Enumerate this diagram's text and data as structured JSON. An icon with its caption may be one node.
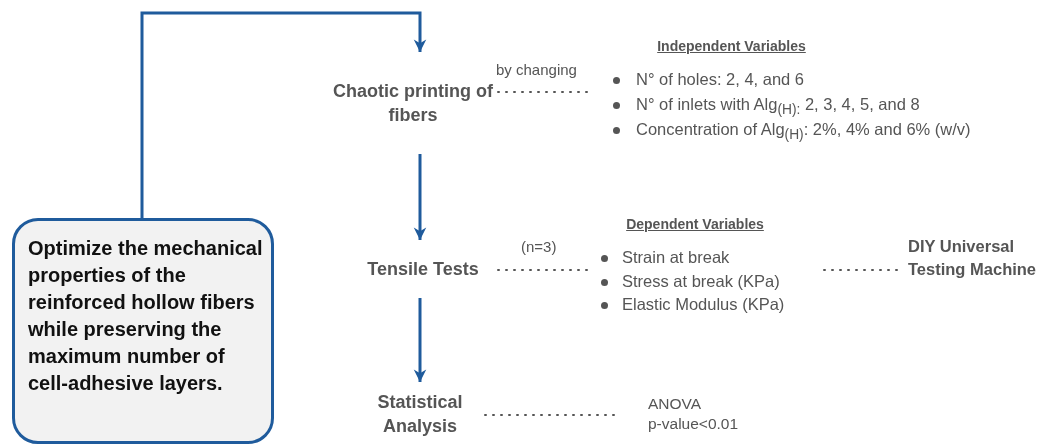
{
  "diagram": {
    "nodes": [
      {
        "text": [
          "Optimize the mechanical properties of the reinforced hollow fibers while preserving the maximum number of cell-adhesive layers."
        ]
      },
      {
        "text": [
          "Chaotic printing of fibers"
        ]
      },
      {
        "text": [
          "Independent Variables",
          "N° of holes: 2, 4, and 6",
          "N° of inlets with Alg$_{(H):}$ 2, 3, 4, 5, and 8",
          "Concentration of Alg$_{(H)}$: 2%, 4% and 6% (w/v)"
        ]
      },
      {
        "text": [
          "Tensile Tests"
        ]
      },
      {
        "text": [
          "Dependent Variables",
          "Strain at break",
          "Stress at break (KPa)",
          "Elastic Modulus (KPa)"
        ]
      },
      {
        "text": [
          "DIY Universal Testing Machine"
        ]
      },
      {
        "text": [
          "Statistical Analysis"
        ]
      },
      {
        "text": [
          "ANOVA",
          "p-value<0.01"
        ]
      }
    ],
    "edges": [
      {
        "from": 0,
        "to": 1,
        "arrow": "to",
        "color": "#1f5b9c"
      },
      {
        "from": 1,
        "to": 3,
        "arrow": "to",
        "color": "#1f5b9c"
      },
      {
        "from": 3,
        "to": 6,
        "arrow": "to",
        "color": "#1f5b9c"
      },
      {
        "from": 1,
        "to": 2,
        "arrow": "none",
        "style": "dashed",
        "label": "by changing"
      },
      {
        "from": 3,
        "to": 4,
        "arrow": "none",
        "style": "dashed",
        "label": "(n=3)"
      },
      {
        "from": 4,
        "to": 5,
        "arrow": "none",
        "style": "dashed"
      },
      {
        "from": 6,
        "to": 7,
        "arrow": "none",
        "style": "dashed"
      }
    ]
  }
}
